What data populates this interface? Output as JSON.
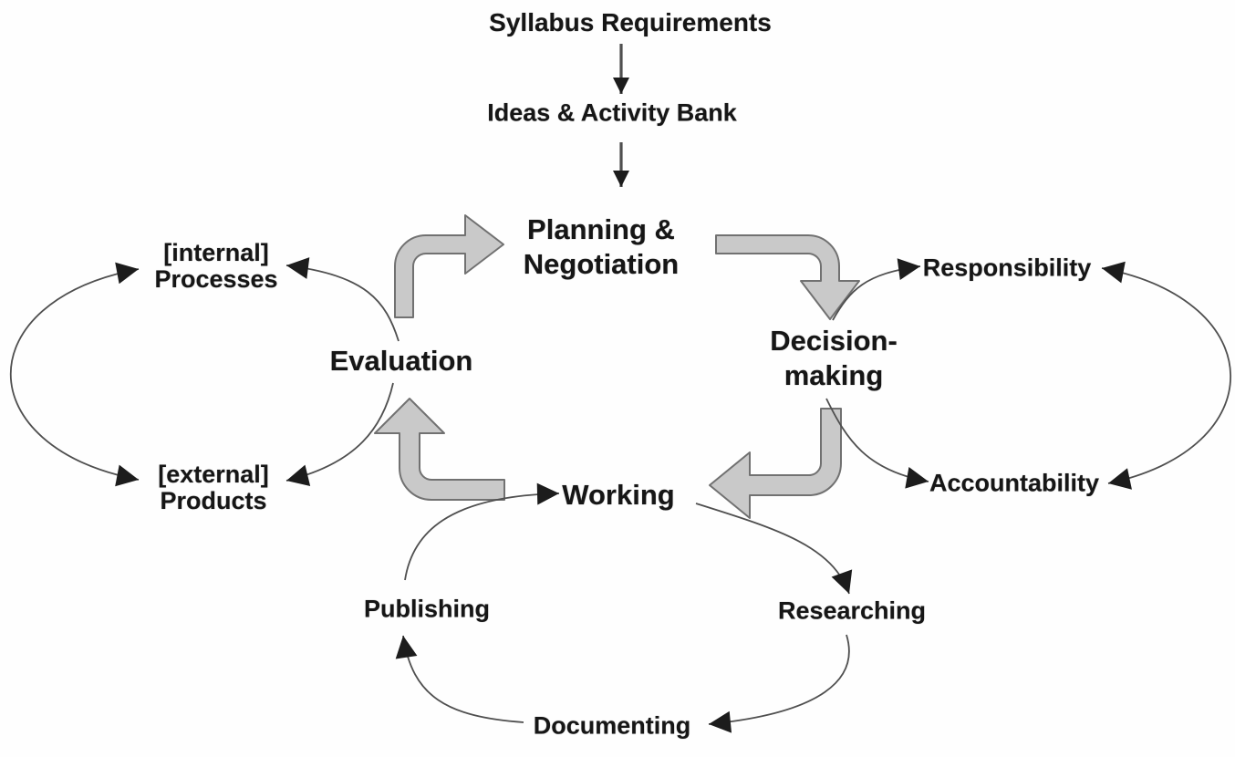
{
  "diagram": {
    "colors": {
      "background": "#fefefe",
      "text": "#161616",
      "line": "#4f4f4f",
      "arrowhead": "#1c1c1c",
      "arrow_fill": "#c9c9c9",
      "arrow_outline": "#717171"
    },
    "nodes": {
      "syllabus": {
        "label": "Syllabus Requirements"
      },
      "ideas": {
        "label": "Ideas & Activity Bank"
      },
      "planning": {
        "line1": "Planning &",
        "line2": "Negotiation"
      },
      "decision": {
        "line1": "Decision-",
        "line2": "making"
      },
      "evaluation": {
        "label": "Evaluation"
      },
      "working": {
        "label": "Working"
      },
      "internal": {
        "line1": "[internal]",
        "line2": "Processes"
      },
      "external": {
        "line1": "[external]",
        "line2": "Products"
      },
      "responsibility": {
        "label": "Responsibility"
      },
      "accountability": {
        "label": "Accountability"
      },
      "publishing": {
        "label": "Publishing"
      },
      "researching": {
        "label": "Researching"
      },
      "documenting": {
        "label": "Documenting"
      }
    }
  }
}
